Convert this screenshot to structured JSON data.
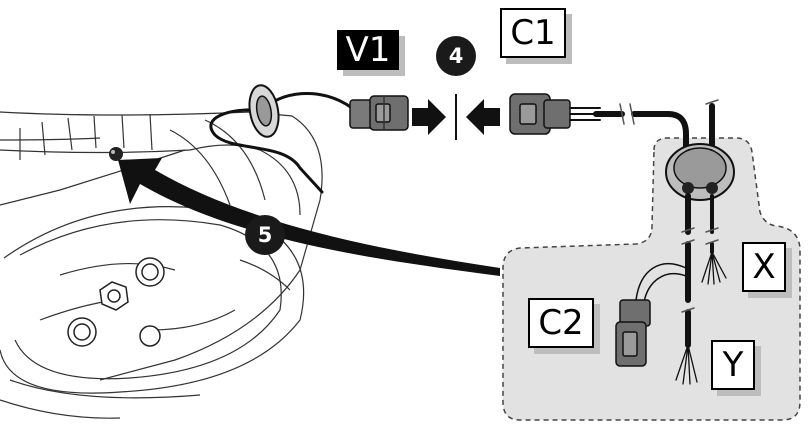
{
  "callouts": {
    "v1": "V1",
    "c1": "C1",
    "c2": "C2",
    "x": "X",
    "y": "Y"
  },
  "steps": {
    "connect": "4",
    "route": "5"
  },
  "colors": {
    "line": "#111111",
    "connector": "#6f6f6f",
    "panel": "#e2e2e2",
    "shadow": "#bdbdbd"
  }
}
